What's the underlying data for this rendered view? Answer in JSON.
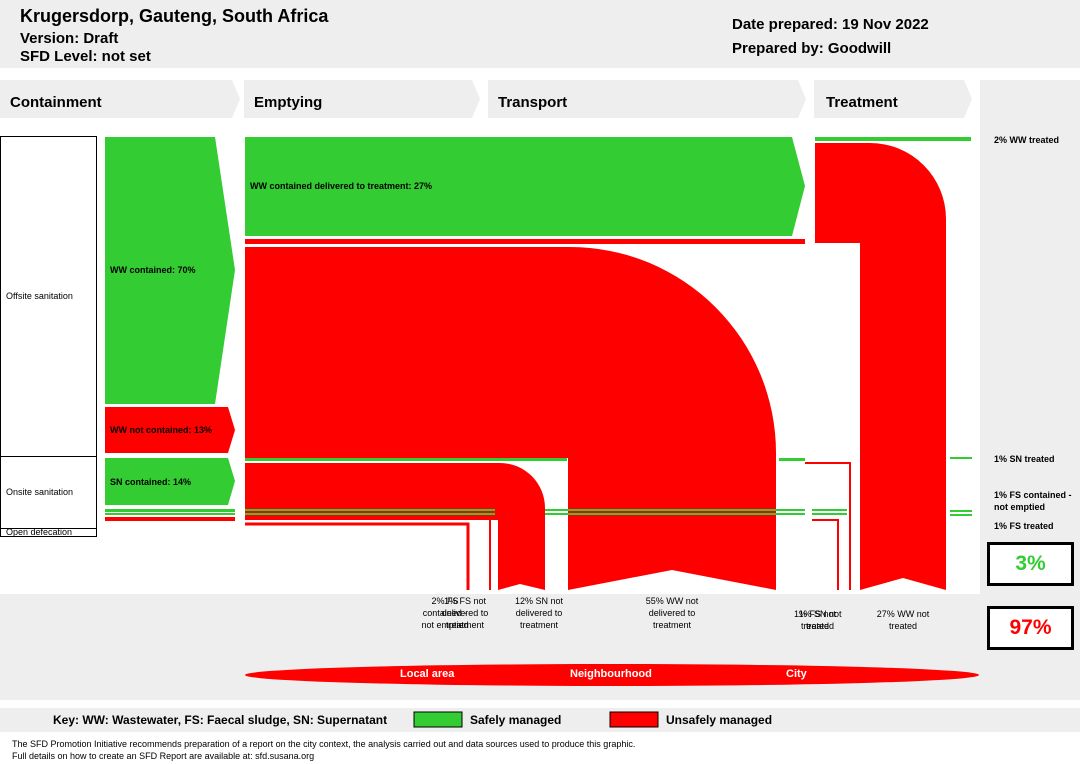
{
  "header": {
    "title": "Krugersdorp, Gauteng, South Africa",
    "version": "Version: Draft",
    "sfd_level": "SFD Level: not set",
    "date_prepared": "Date prepared: 19 Nov 2022",
    "prepared_by": "Prepared by: Goodwill"
  },
  "stages": [
    "Containment",
    "Emptying",
    "Transport",
    "Treatment"
  ],
  "containment_rows": {
    "offsite": "Offsite sanitation",
    "onsite": "Onsite sanitation",
    "open_defecation": "Open defecation"
  },
  "flows": {
    "ww_contained": "WW contained: 70%",
    "ww_not_contained": "WW not contained: 13%",
    "sn_contained": "SN contained: 14%",
    "ww_delivered": "WW contained delivered to treatment: 27%"
  },
  "right_labels": {
    "ww_treated": "2% WW treated",
    "sn_treated": "1% SN treated",
    "fs_contained_not_emptied": "1% FS contained - not emptied",
    "fs_treated": "1% FS treated"
  },
  "outcomes": {
    "safe_pct": "3%",
    "unsafe_pct": "97%"
  },
  "bottom_labels": {
    "fs_not_emptied": "2% FS contained - not emptied",
    "fs_not_delivered": "1% FS not delivered to treatment",
    "sn_not_delivered": "12% SN not delivered to treatment",
    "ww_not_delivered": "55% WW not delivered to treatment",
    "fs_not_treated": "1% FS not treated",
    "sn_not_treated": "1% SN not treated",
    "ww_not_treated": "27% WW not treated"
  },
  "areas": {
    "local": "Local area",
    "neighbourhood": "Neighbourhood",
    "city": "City"
  },
  "legend": {
    "key": "Key: WW: Wastewater, FS: Faecal sludge, SN: Supernatant",
    "safe": "Safely managed",
    "unsafe": "Unsafely managed"
  },
  "footer": {
    "line1": "The SFD Promotion Initiative recommends preparation of a report on the city context, the analysis carried out and data sources used to produce this graphic.",
    "line2": "Full details on how to create an SFD Report are available at: sfd.susana.org"
  },
  "colors": {
    "safe": "#33cc33",
    "unsafe": "#ff0000",
    "panel": "#eeeeee"
  }
}
